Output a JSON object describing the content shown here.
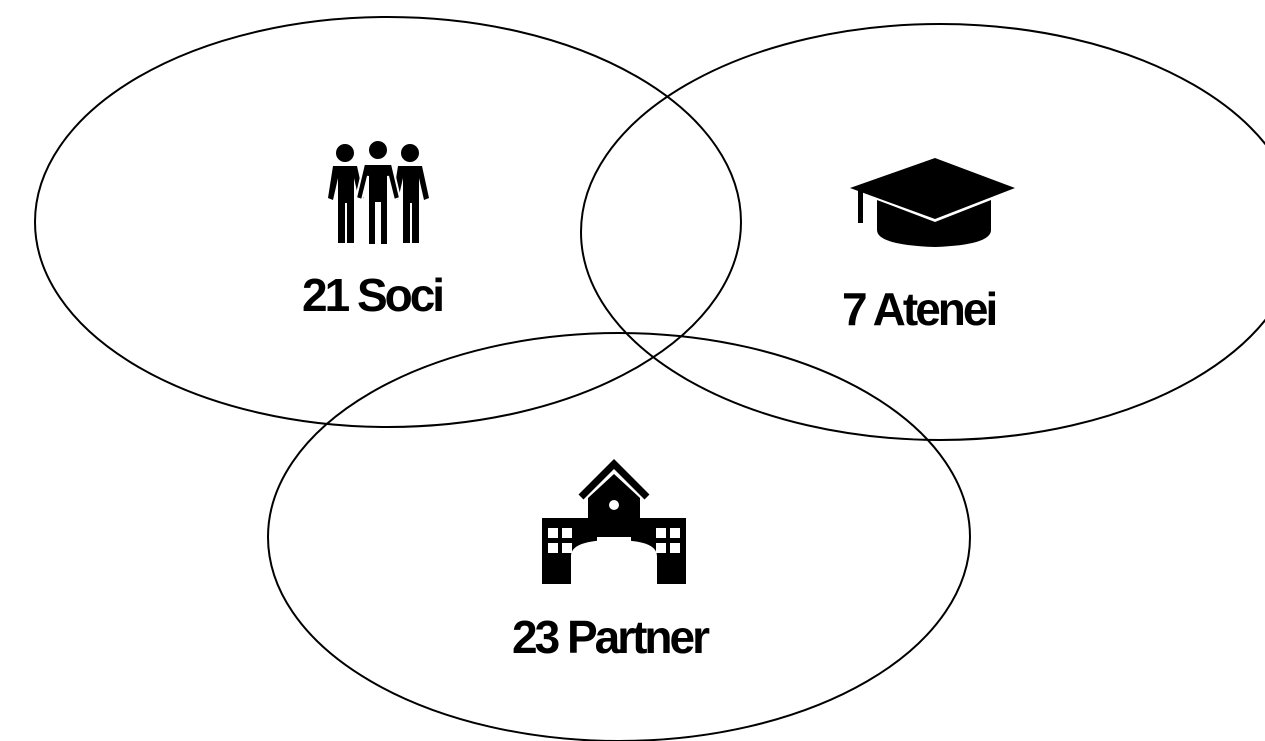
{
  "diagram": {
    "type": "venn",
    "sets": [
      {
        "id": "soci",
        "label": "21 Soci",
        "count": 21,
        "icon": "people-group-icon"
      },
      {
        "id": "atenei",
        "label": "7 Atenei",
        "count": 7,
        "icon": "graduation-cap-icon"
      },
      {
        "id": "partner",
        "label": "23 Partner",
        "count": 23,
        "icon": "school-building-icon"
      }
    ]
  },
  "colors": {
    "stroke": "#000000",
    "background": "#ffffff",
    "icon": "#000000"
  }
}
